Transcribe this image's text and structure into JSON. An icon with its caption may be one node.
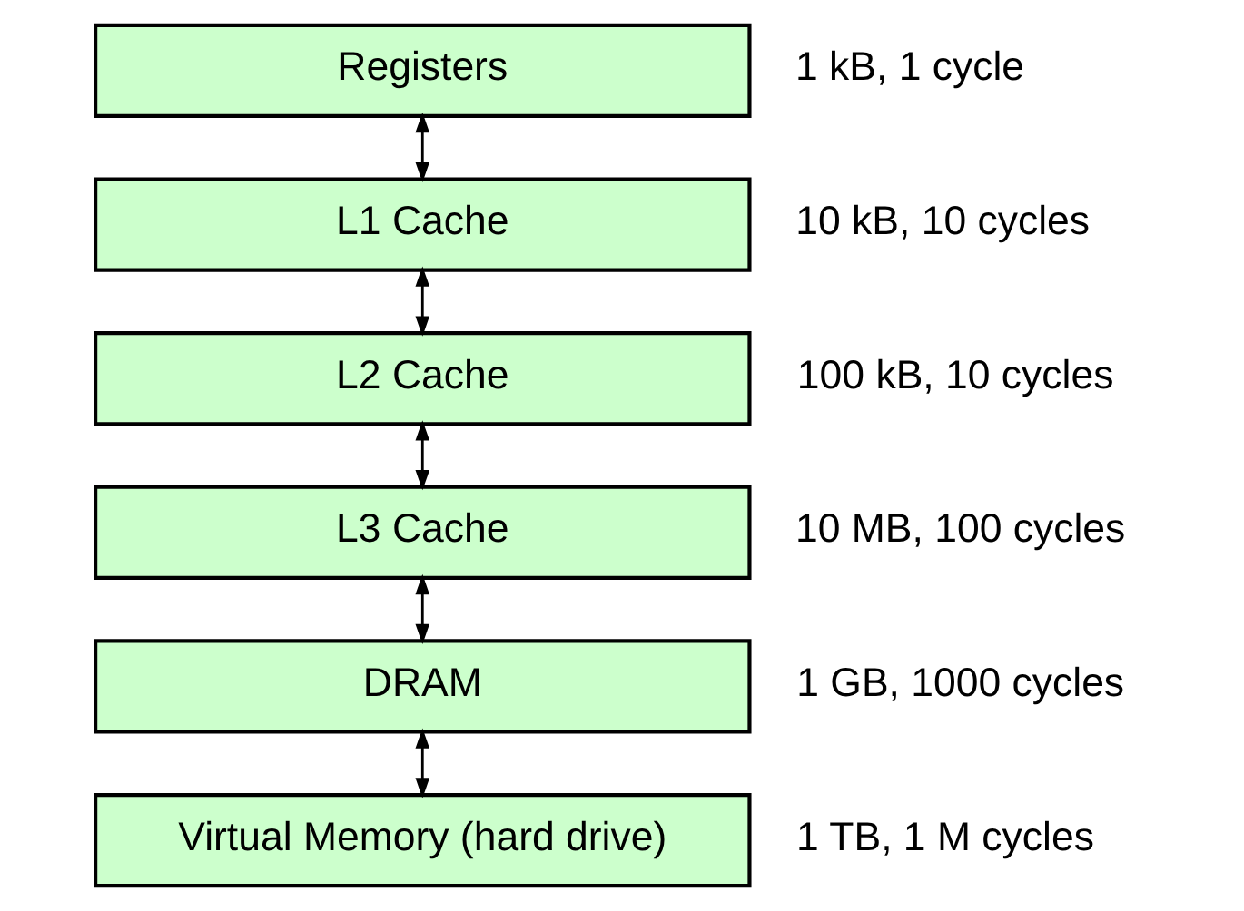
{
  "diagram": {
    "nodes": [
      {
        "text": [
          "Registers"
        ],
        "beside": [
          "1 kB, 1 cycle"
        ]
      },
      {
        "text": [
          "L1 Cache"
        ],
        "beside": [
          "10 kB, 10 cycles"
        ]
      },
      {
        "text": [
          "L2 Cache"
        ],
        "beside": [
          "100 kB, 10 cycles"
        ]
      },
      {
        "text": [
          "L3 Cache"
        ],
        "beside": [
          "10 MB, 100 cycles"
        ]
      },
      {
        "text": [
          "DRAM"
        ],
        "beside": [
          "1 GB, 1000 cycles"
        ]
      },
      {
        "text": [
          "Virtual Memory (hard drive)"
        ],
        "beside": [
          "1 TB, 1 M cycles"
        ]
      }
    ],
    "edges": [
      {
        "from": 0,
        "to": 1,
        "arrow": "both"
      },
      {
        "from": 1,
        "to": 2,
        "arrow": "both"
      },
      {
        "from": 2,
        "to": 3,
        "arrow": "both"
      },
      {
        "from": 3,
        "to": 4,
        "arrow": "both"
      },
      {
        "from": 4,
        "to": 5,
        "arrow": "both"
      }
    ]
  }
}
